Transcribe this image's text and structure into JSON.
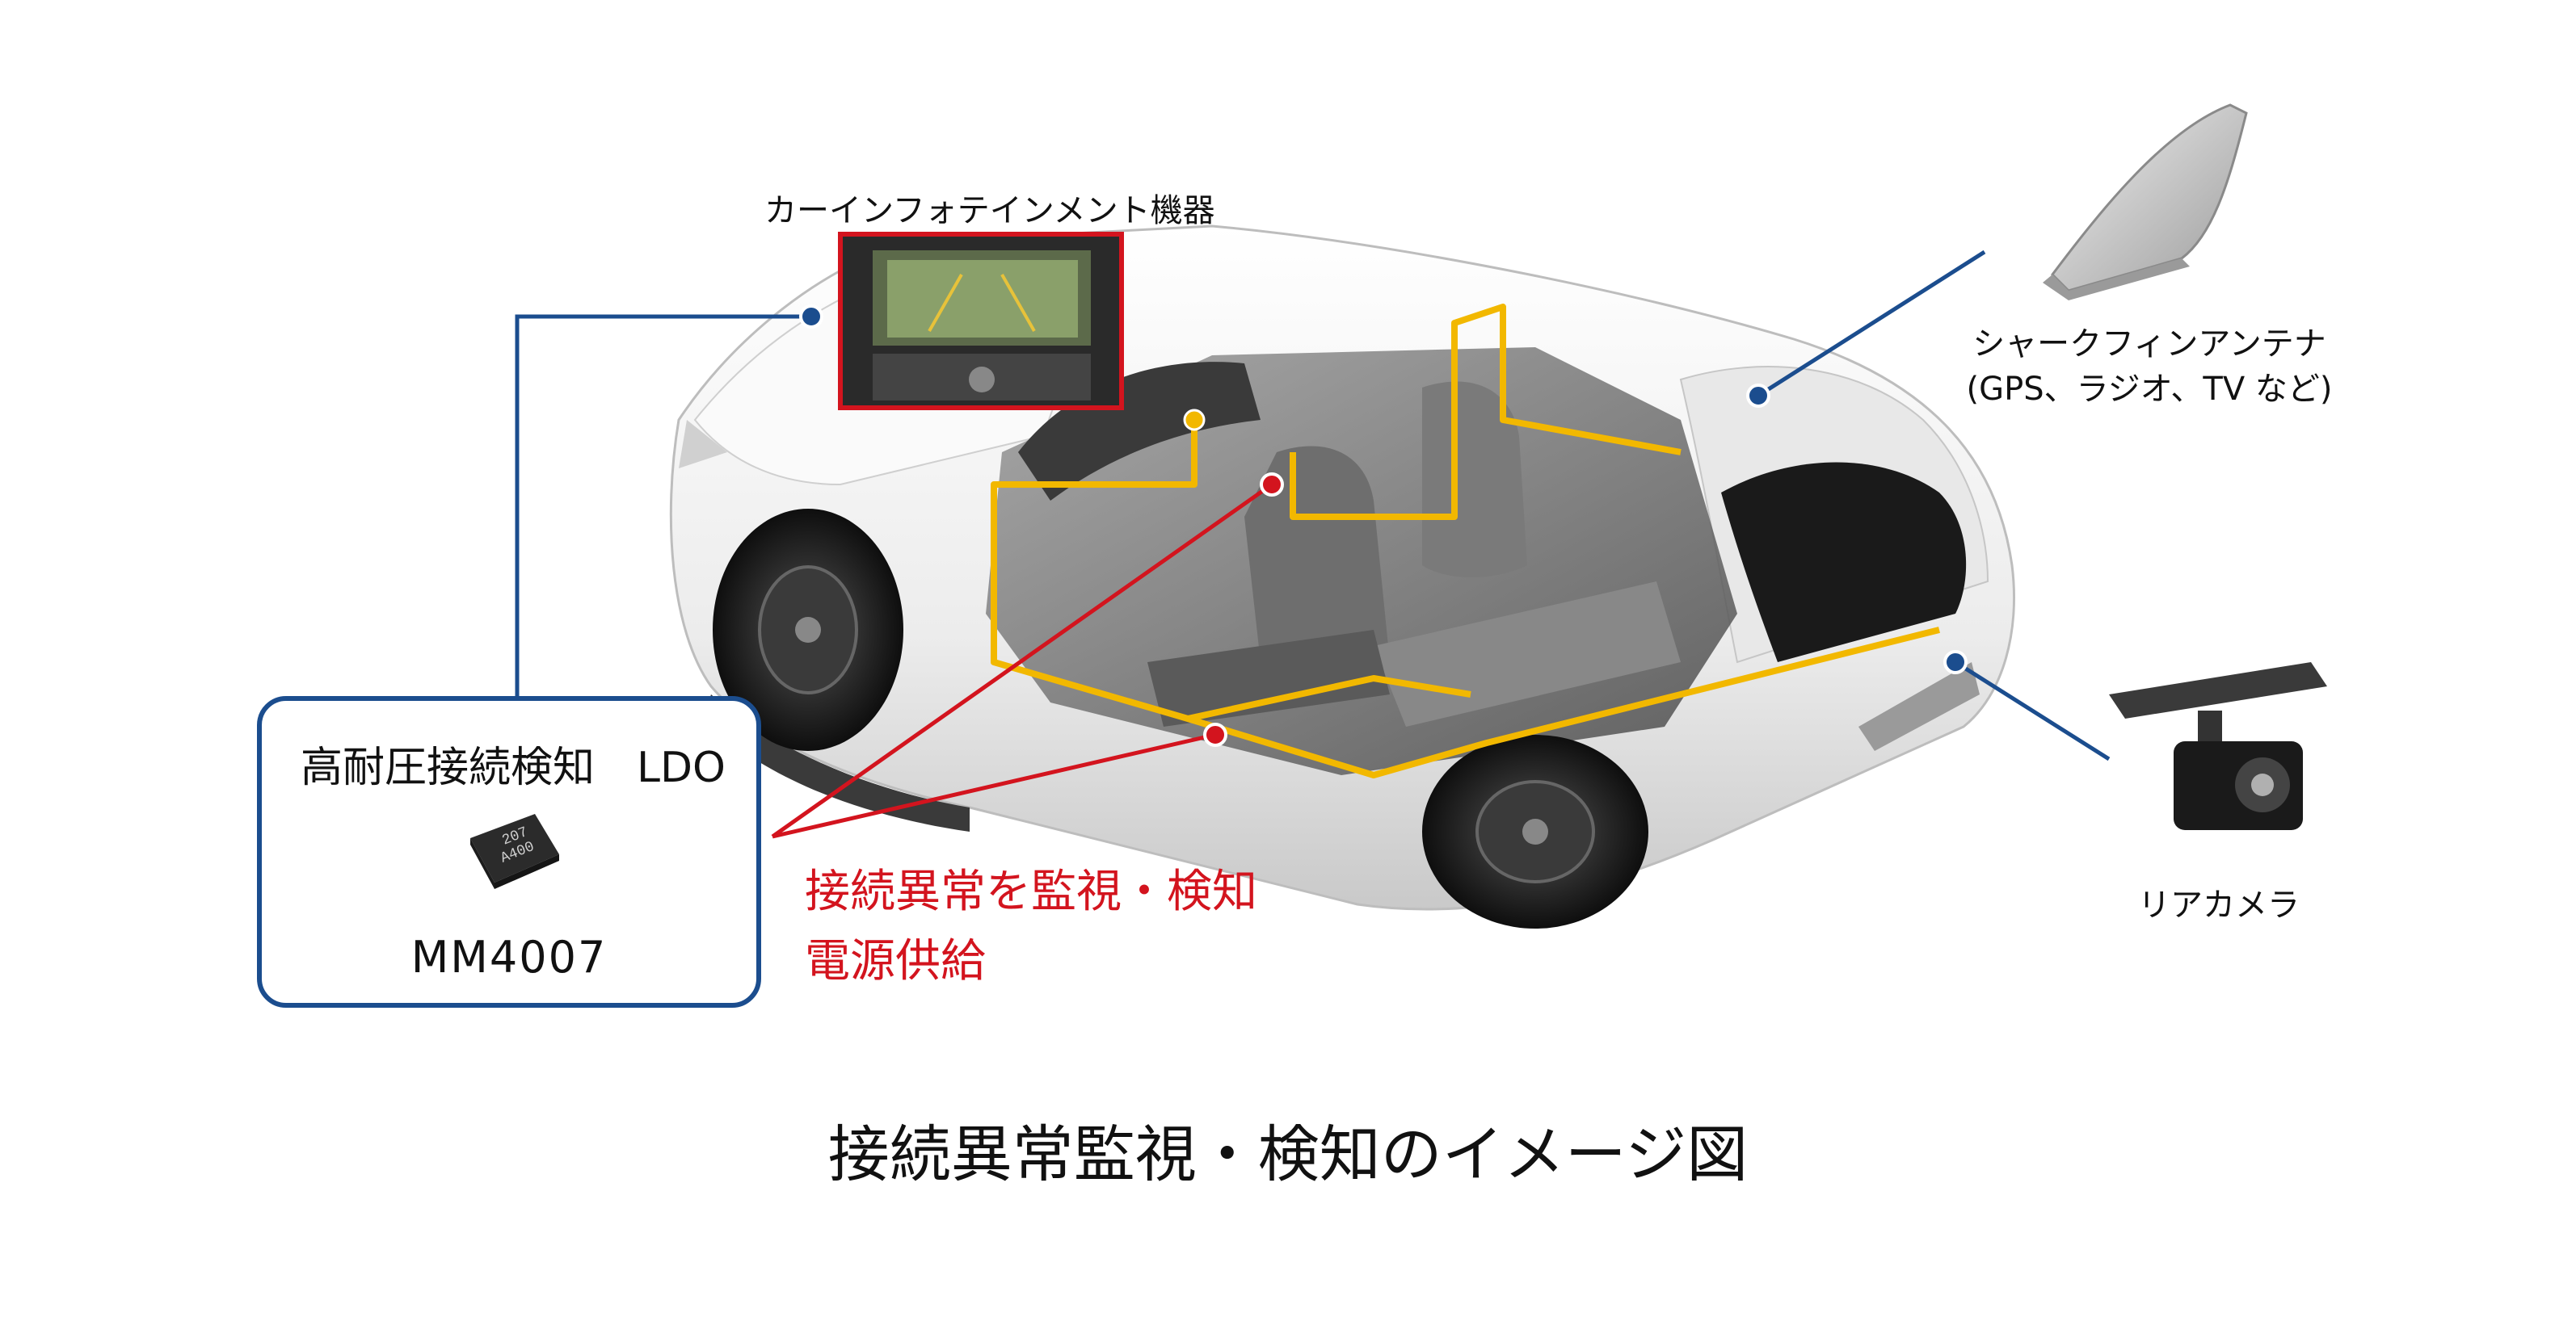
{
  "labels": {
    "infotainment": "カーインフォテインメント機器",
    "antenna_line1": "シャークフィンアンテナ",
    "antenna_line2": "(GPS、ラジオ、TV など)",
    "rear_camera": "リアカメラ"
  },
  "ldo_box": {
    "title": "高耐圧接続検知　LDO",
    "part_number": "MM4007",
    "chip_marking_line1": "207",
    "chip_marking_line2": "A400"
  },
  "monitor_label": {
    "line1": "接続異常を監視・検知",
    "line2": "電源供給"
  },
  "caption": "接続異常監視・検知のイメージ図",
  "colors": {
    "blue_leader": "#1b4d8e",
    "red_leader": "#d3141e",
    "harness": "#f2b800",
    "car_body": "#f2f2f2",
    "tires": "#1e1e1e"
  }
}
